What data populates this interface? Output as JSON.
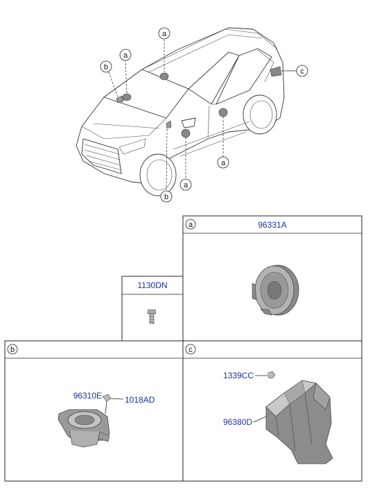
{
  "callouts": {
    "a": "a",
    "b": "b",
    "c": "c"
  },
  "sections": {
    "a": {
      "letter": "a",
      "part": "96331A"
    },
    "screw": {
      "part": "1130DN"
    },
    "b": {
      "letter": "b",
      "part1": "96310E",
      "part2": "1018AD"
    },
    "c": {
      "letter": "c",
      "part1": "1339CC",
      "part2": "96380D"
    }
  }
}
